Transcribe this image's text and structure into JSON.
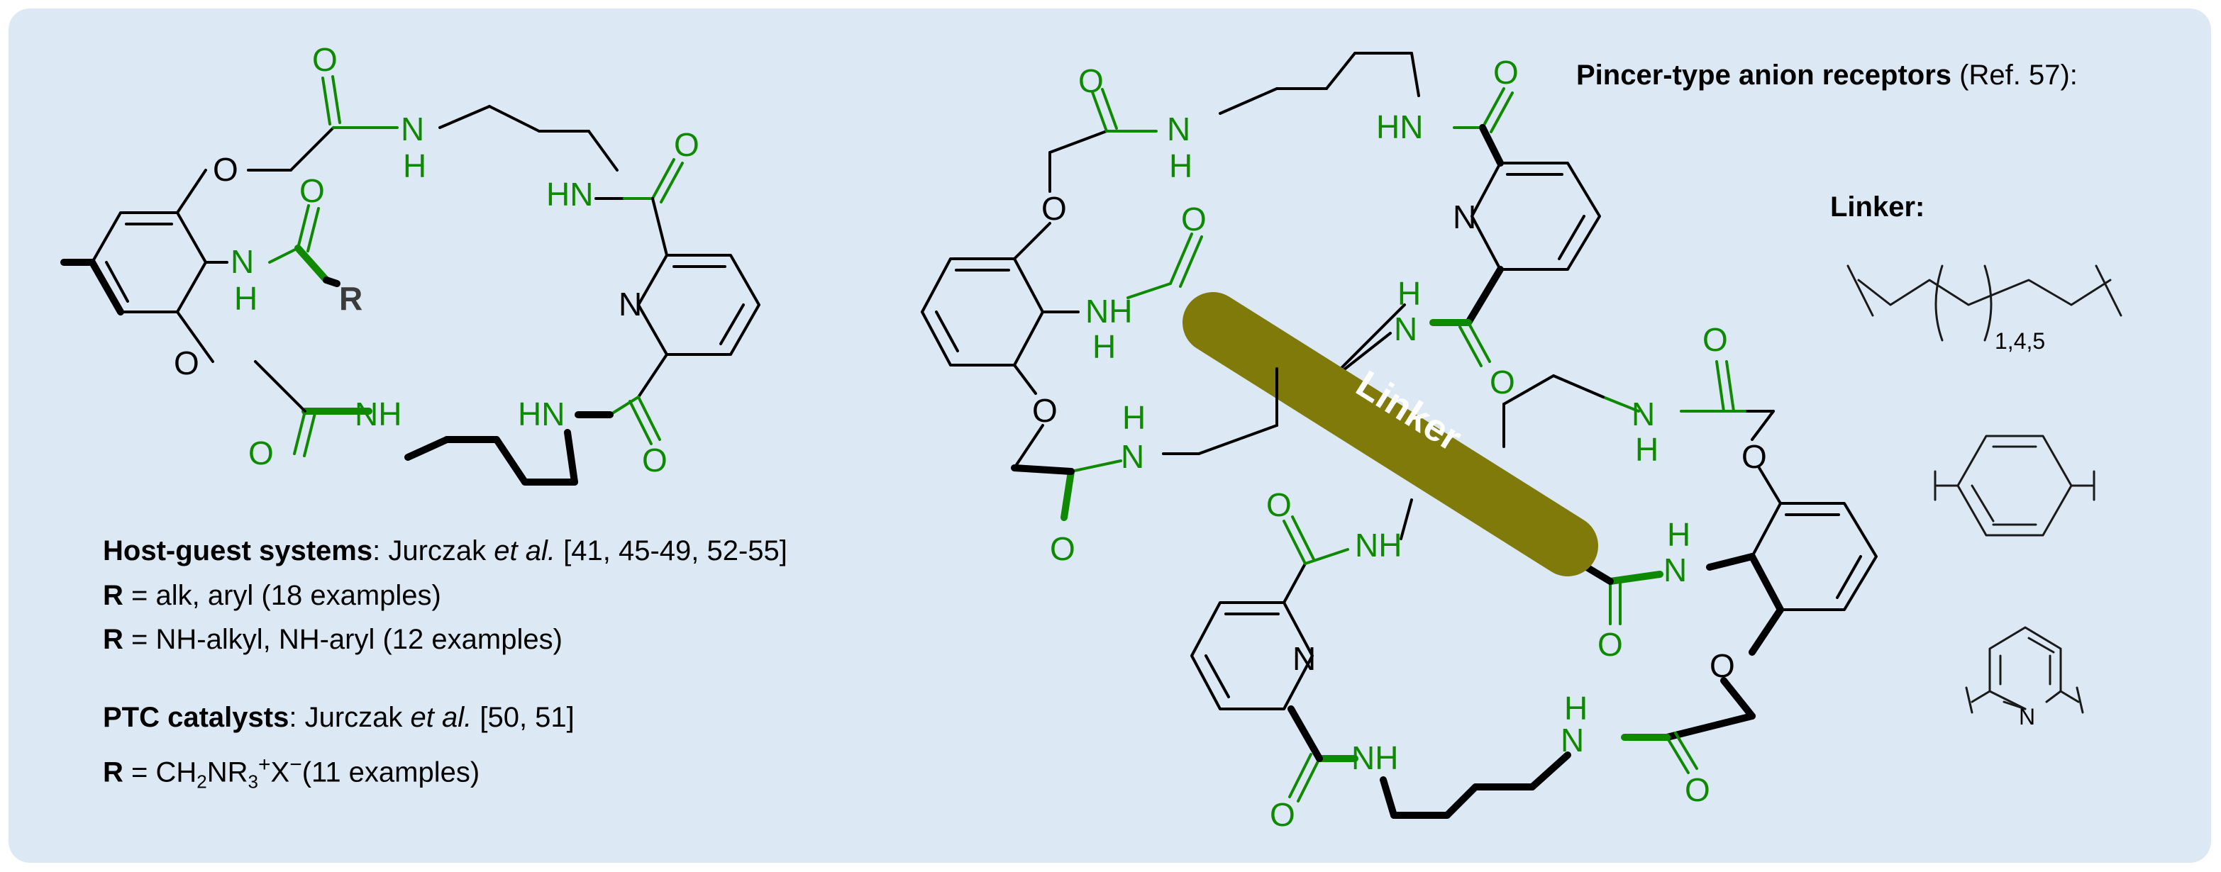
{
  "colors": {
    "panel": "#dce9f5",
    "green": "#0f8a00",
    "linker_bar": "#7f7a0a",
    "r_label": "#3b3b3b"
  },
  "atoms": {
    "O": "O",
    "N": "N",
    "H": "H",
    "NH": "NH",
    "HN": "HN",
    "R": "R"
  },
  "linker_tag": "Linker",
  "heading": {
    "bold": "Pincer-type anion receptors",
    "ref": "(Ref. 57):"
  },
  "linker_label": "Linker:",
  "chain_multiplier": "1,4,5",
  "host_guest": {
    "bold": "Host-guest systems",
    "sep": ": Jurczak ",
    "etal": "et al.",
    "refs": " [41, 45-49, 52-55]"
  },
  "r_lines": [
    " = alk, aryl (18 examples)",
    " = NH-alkyl, NH-aryl (12 examples)"
  ],
  "ptc": {
    "bold": "PTC catalysts",
    "sep": ": Jurczak ",
    "etal": "et al.",
    "refs": " [50, 51]"
  },
  "ptc_r": {
    "eq": " = CH",
    "s2": "2",
    "nr": "NR",
    "s3": "3",
    "plus": "+",
    "x": "X",
    "minus": "−",
    "ex": "(11 examples)"
  }
}
